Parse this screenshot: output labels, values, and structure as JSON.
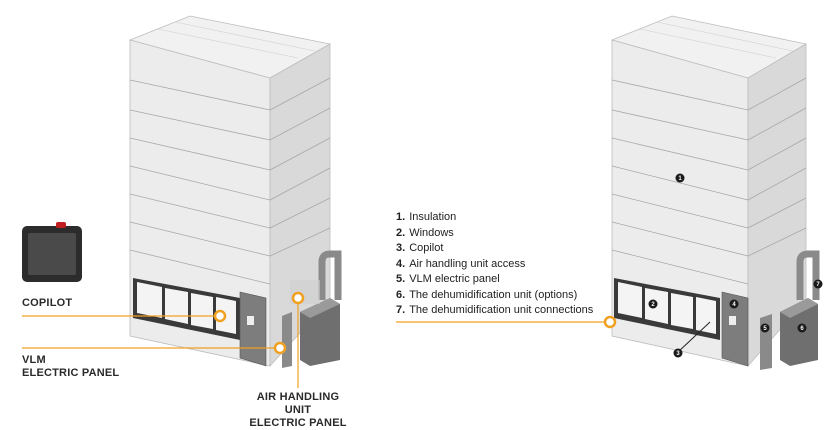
{
  "callouts": {
    "copilot": "COPILOT",
    "vlm_panel_line1": "VLM",
    "vlm_panel_line2": "ELECTRIC PANEL",
    "ahu_panel_line1": "AIR HANDLING UNIT",
    "ahu_panel_line2": "ELECTRIC PANEL"
  },
  "legend": [
    {
      "num": "1.",
      "text": "Insulation"
    },
    {
      "num": "2.",
      "text": "Windows"
    },
    {
      "num": "3.",
      "text": "Copilot"
    },
    {
      "num": "4.",
      "text": "Air handling unit access"
    },
    {
      "num": "5.",
      "text": "VLM electric panel"
    },
    {
      "num": "6.",
      "text": "The dehumidification unit (options)"
    },
    {
      "num": "7.",
      "text": "The dehumidification unit connections"
    }
  ],
  "markers": [
    "1",
    "2",
    "3",
    "4",
    "5",
    "6",
    "7"
  ],
  "colors": {
    "accent": "#f0a020",
    "panel": "#e8e8e8",
    "dark": "#333333"
  }
}
